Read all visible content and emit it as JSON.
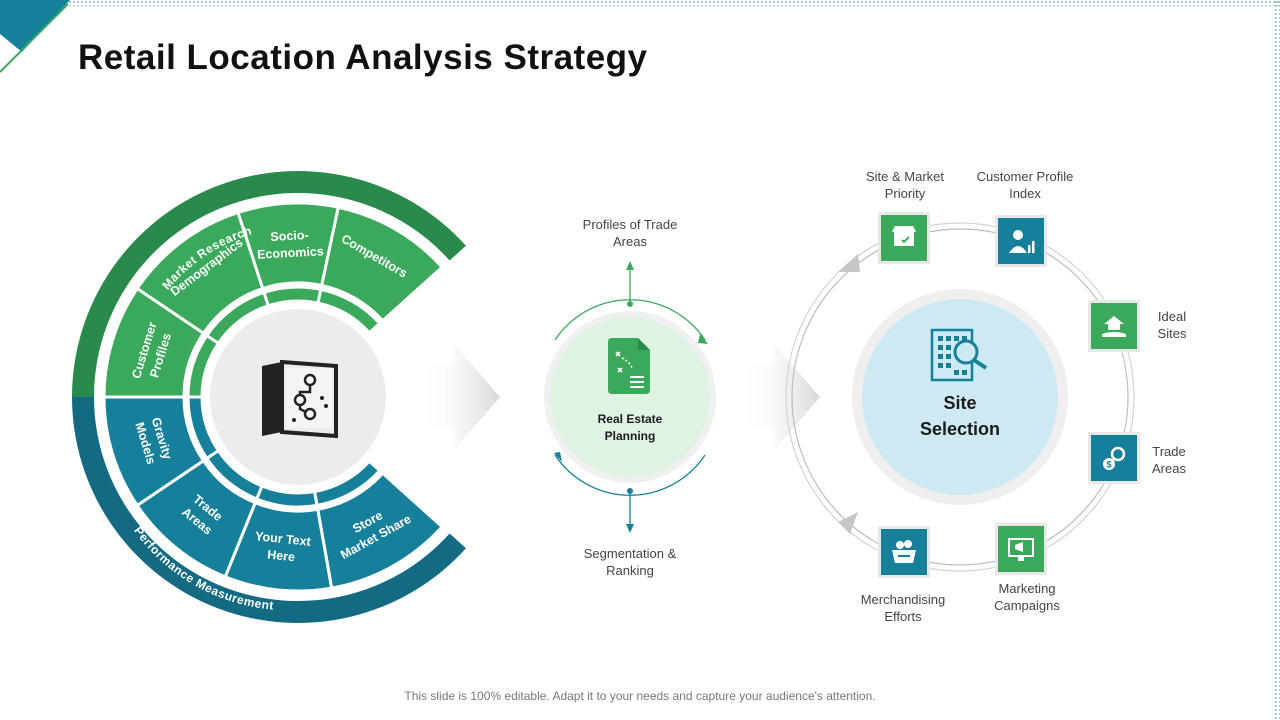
{
  "title": "Retail Location Analysis Strategy",
  "footer": "This slide is 100% editable. Adapt it to your needs and capture your audience's attention.",
  "wheel": {
    "outer_labels": {
      "top": "Market Research",
      "bottom": "Performance Measurement"
    },
    "segments": [
      {
        "label": "Customer\nProfiles",
        "color": "#3aa95c"
      },
      {
        "label": "Demographics",
        "color": "#3aa95c"
      },
      {
        "label": "Socio-\nEconomics",
        "color": "#3aa95c"
      },
      {
        "label": "Competitors",
        "color": "#3aa95c"
      },
      {
        "label": "Gravity\nModels",
        "color": "#16809b"
      },
      {
        "label": "Trade\nAreas",
        "color": "#16809b"
      },
      {
        "label": "Your Text\nHere",
        "color": "#16809b"
      },
      {
        "label": "Store\nMarket Share",
        "color": "#16809b"
      }
    ]
  },
  "middle": {
    "center": "Real Estate\nPlanning",
    "top_label": "Profiles of Trade\nAreas",
    "bottom_label": "Segmentation &\nRanking"
  },
  "right": {
    "center": "Site\nSelection",
    "items": [
      {
        "label": "Site & Market\nPriority",
        "icon": "store-icon"
      },
      {
        "label": "Customer Profile\nIndex",
        "icon": "customer-chart-icon"
      },
      {
        "label": "Ideal\nSites",
        "icon": "hand-house-icon"
      },
      {
        "label": "Trade\nAreas",
        "icon": "trade-gear-icon"
      },
      {
        "label": "Marketing\nCampaigns",
        "icon": "monitor-megaphone-icon"
      },
      {
        "label": "Merchandising\nEfforts",
        "icon": "basket-icon"
      }
    ]
  },
  "colors": {
    "green": "#3aa95c",
    "dark_green": "#2a8a4b",
    "teal": "#16809b",
    "dark_teal": "#136a82",
    "light_blue": "#cdeaf4",
    "light_green": "#dff3e3"
  }
}
